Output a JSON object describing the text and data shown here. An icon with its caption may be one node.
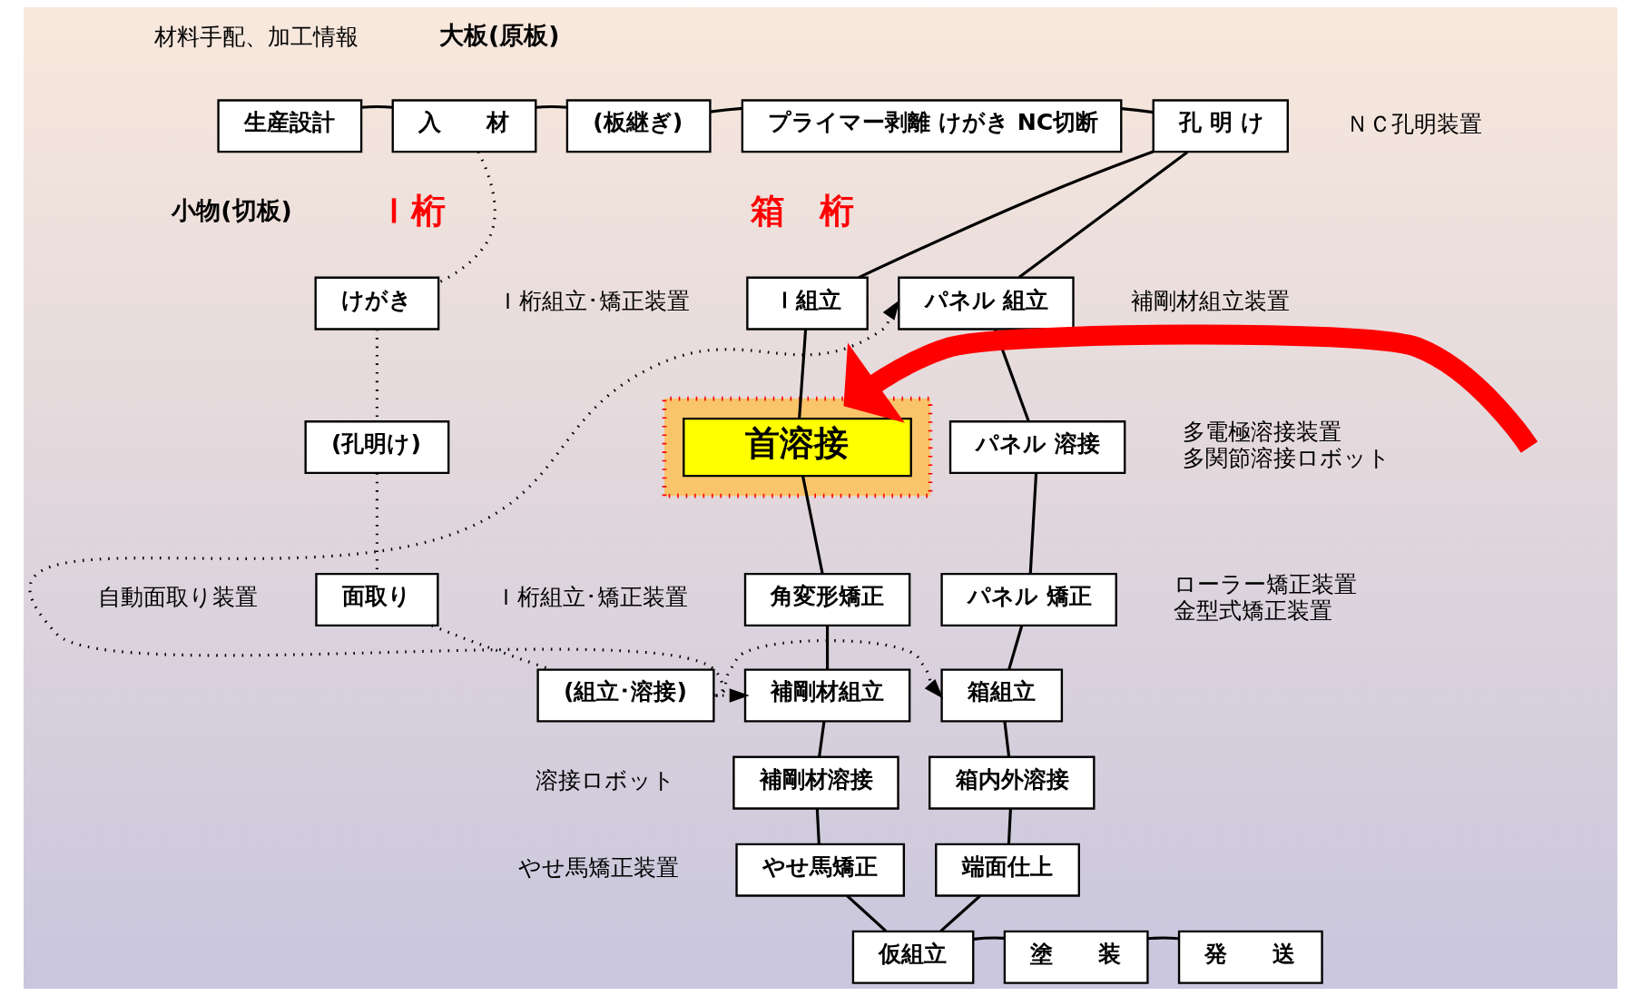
{
  "diagram": {
    "nodes": [
      {
        "text": [
          "生産設計"
        ],
        "beside": [
          "材料手配、加工情報"
        ]
      },
      {
        "text": [
          "入　　材"
        ]
      },
      {
        "text": [
          "(板継ぎ)"
        ]
      },
      {
        "text": [
          "プライマー剥離 けがき NC切断"
        ]
      },
      {
        "text": [
          "孔 明 け"
        ],
        "beside": [
          "ＮＣ孔明装置"
        ]
      },
      {
        "text": [
          "けがき"
        ]
      },
      {
        "text": [
          "(孔明け)"
        ]
      },
      {
        "text": [
          "面取り"
        ],
        "beside": [
          "自動面取り装置"
        ]
      },
      {
        "text": [
          "(組立･溶接)"
        ]
      },
      {
        "text": [
          "Ｉ組立"
        ],
        "beside": [
          "Ｉ桁組立･矯正装置"
        ]
      },
      {
        "text": [],
        "shape": "box"
      },
      {
        "text": [
          "首溶接"
        ],
        "in": 10
      },
      {
        "text": [
          "角変形矯正"
        ],
        "beside": [
          "Ｉ桁組立･矯正装置"
        ]
      },
      {
        "text": [
          "補剛材組立"
        ]
      },
      {
        "text": [
          "補剛材溶接"
        ],
        "beside": [
          "溶接ロボット"
        ]
      },
      {
        "text": [
          "やせ馬矯正"
        ],
        "beside": [
          "やせ馬矯正装置"
        ]
      },
      {
        "text": [
          "パネル 組立"
        ],
        "beside": [
          "補剛材組立装置"
        ]
      },
      {
        "text": [
          "パネル 溶接"
        ],
        "beside": [
          "多電極溶接装置",
          "多関節溶接ロボット"
        ]
      },
      {
        "text": [
          "パネル 矯正"
        ],
        "beside": [
          "ローラー矯正装置",
          "金型式矯正装置"
        ]
      },
      {
        "text": [
          "箱組立"
        ]
      },
      {
        "text": [
          "箱内外溶接"
        ]
      },
      {
        "text": [
          "端面仕上"
        ]
      },
      {
        "text": [
          "仮組立"
        ]
      },
      {
        "text": [
          "塗　　装"
        ]
      },
      {
        "text": [
          "発　　送"
        ]
      }
    ],
    "edges": [
      {
        "from": 0,
        "to": 1,
        "arrow": "none"
      },
      {
        "from": 1,
        "to": 2,
        "arrow": "none"
      },
      {
        "from": 2,
        "to": 3,
        "arrow": "none"
      },
      {
        "from": 3,
        "to": 4,
        "arrow": "none"
      },
      {
        "from": 4,
        "to": 9,
        "arrow": "none"
      },
      {
        "from": 4,
        "to": 16,
        "arrow": "none"
      },
      {
        "from": 1,
        "to": 5,
        "arrow": "none",
        "style": "dashed"
      },
      {
        "from": 5,
        "to": 6,
        "arrow": "none",
        "style": "dashed"
      },
      {
        "from": 6,
        "to": 7,
        "arrow": "none",
        "style": "dashed"
      },
      {
        "from": 7,
        "to": 8,
        "arrow": "none",
        "style": "dashed"
      },
      {
        "from": 8,
        "to": 13,
        "arrow": "to",
        "style": "dashed"
      },
      {
        "from": 8,
        "to": 16,
        "arrow": "to",
        "style": "dashed"
      },
      {
        "from": 8,
        "to": 19,
        "arrow": "to",
        "style": "dashed"
      },
      {
        "from": 9,
        "to": 11,
        "arrow": "none"
      },
      {
        "from": 11,
        "to": 12,
        "arrow": "none"
      },
      {
        "from": 12,
        "to": 13,
        "arrow": "none"
      },
      {
        "from": 13,
        "to": 14,
        "arrow": "none"
      },
      {
        "from": 14,
        "to": 15,
        "arrow": "none"
      },
      {
        "from": 15,
        "to": 22,
        "arrow": "none"
      },
      {
        "from": 16,
        "to": 17,
        "arrow": "none"
      },
      {
        "from": 17,
        "to": 18,
        "arrow": "none"
      },
      {
        "from": 18,
        "to": 19,
        "arrow": "none"
      },
      {
        "from": 19,
        "to": 20,
        "arrow": "none"
      },
      {
        "from": 20,
        "to": 21,
        "arrow": "none"
      },
      {
        "from": 21,
        "to": 22,
        "arrow": "none"
      },
      {
        "from": 22,
        "to": 23,
        "arrow": "none"
      },
      {
        "from": 23,
        "to": 24,
        "arrow": "none"
      },
      {
        "from": null,
        "to": 10,
        "arrow": "to",
        "style": "thick",
        "color": "#ff0000"
      }
    ],
    "labels": [
      "大板(原板)",
      "小物(切板)",
      "Ｉ桁",
      "箱　桁"
    ]
  }
}
